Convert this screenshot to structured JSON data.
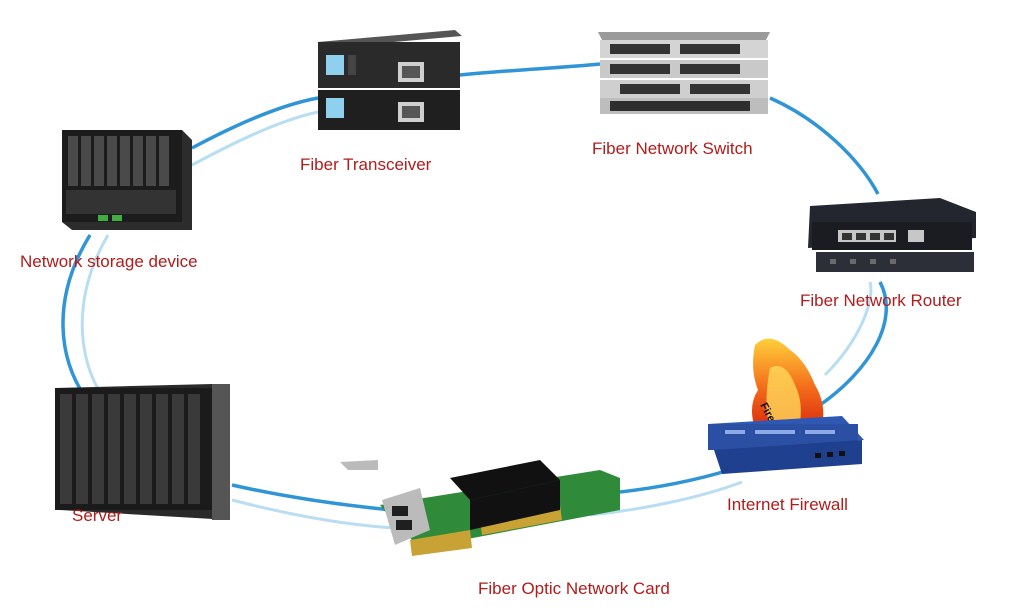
{
  "colors": {
    "cable_outer": "#2f95d6",
    "cable_inner": "#b9ddf1",
    "label": "#b11c1c"
  },
  "nodes": {
    "transceiver": {
      "label": "Fiber Transceiver",
      "icon": "fiber-transceiver-icon"
    },
    "switch": {
      "label": "Fiber Network Switch",
      "icon": "network-switch-icon"
    },
    "router": {
      "label": "Fiber Network Router",
      "icon": "router-icon"
    },
    "firewall": {
      "label": "Internet Firewall",
      "icon": "firewall-icon",
      "device_text": "Firewall"
    },
    "card": {
      "label": "Fiber Optic Network Card",
      "icon": "network-card-icon"
    },
    "server": {
      "label": "Server",
      "icon": "server-rack-icon"
    },
    "storage": {
      "label": "Network storage device",
      "icon": "storage-device-icon"
    }
  }
}
